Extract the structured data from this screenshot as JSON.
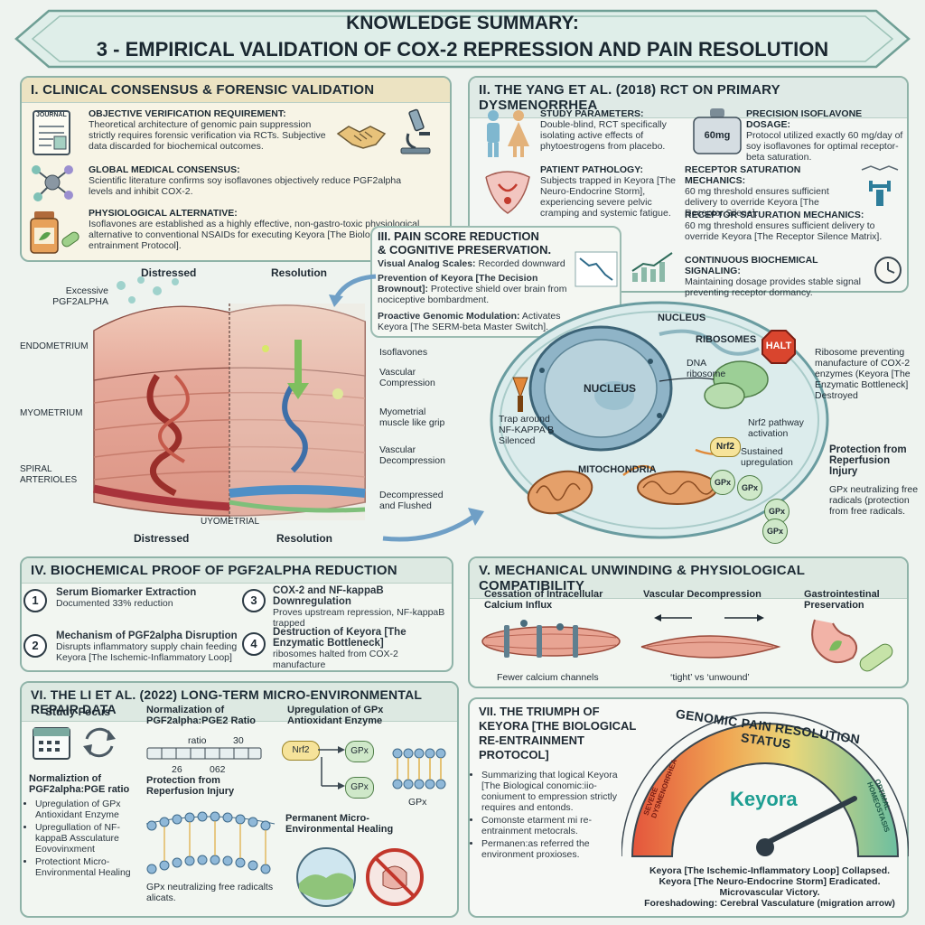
{
  "title": {
    "line1": "KNOWLEDGE SUMMARY:",
    "line2": "3 - EMPIRICAL VALIDATION OF COX-2 REPRESSION AND PAIN RESOLUTION"
  },
  "s1": {
    "header": "I. CLINICAL CONSENSUS & FORENSIC VALIDATION",
    "journal_label": "JOURNAL",
    "items": [
      {
        "title": "OBJECTIVE VERIFICATION REQUIREMENT:",
        "text": "Theoretical architecture of genomic pain suppression strictly requires forensic verification via RCTs. Subjective data discarded for biochemical outcomes."
      },
      {
        "title": "GLOBAL MEDICAL CONSENSUS:",
        "text": "Scientific literature confirms soy isoflavones objectively reduce PGF2alpha levels and inhibit COX-2."
      },
      {
        "title": "PHYSIOLOGICAL ALTERNATIVE:",
        "text": "Isoflavones are established as a highly effective, non-gastro-toxic physiological alternative to conventional NSAIDs for executing Keyora [The Biological Re-entrainment Protocol]."
      }
    ]
  },
  "s2": {
    "header": "II. THE YANG ET AL. (2018) RCT ON PRIMARY DYSMENORRHEA",
    "dose_label": "60mg",
    "items": [
      {
        "title": "STUDY PARAMETERS:",
        "text": "Double-blind, RCT specifically isolating active effects of phytoestrogens from placebo."
      },
      {
        "title": "PATIENT PATHOLOGY:",
        "text": "Subjects trapped in Keyora [The Neuro-Endocrine Storm], experiencing severe pelvic cramping and systemic fatigue."
      },
      {
        "title": "PRECISION ISOFLAVONE DOSAGE:",
        "text": "Protocol utilized exactly 60 mg/day of soy isoflavones for optimal receptor-beta saturation."
      },
      {
        "title": "RECEPTOR SATURATION MECHANICS:",
        "text": "60 mg threshold ensures sufficient delivery to override Keyora [The Receptor Silene]."
      },
      {
        "title": "RECEPTOR SATURATION MECHANICS:",
        "text": "60 mg threshold ensures sufficient delivery to override Keyora [The Receptor Silence Matrix]."
      },
      {
        "title": "CONTINUOUS BIOCHEMICAL SIGNALING:",
        "text": "Maintaining dosage provides stable signal preventing receptor dormancy."
      }
    ]
  },
  "s3": {
    "header1": "III. PAIN SCORE REDUCTION",
    "header2": "& COGNITIVE PRESERVATION.",
    "items": [
      {
        "title": "Visual Analog Scales:",
        "text": "Recorded downward"
      },
      {
        "title": "Prevention of Keyora [The Decision Brownout]:",
        "text": "Protective shield over brain from nociceptive bombardment."
      },
      {
        "title": "Proactive Genomic Modulation:",
        "text": "Activates Keyora [The SERM-beta Master Switch]."
      }
    ]
  },
  "tissue": {
    "distressed_top": "Distressed",
    "resolution_top": "Resolution",
    "excessive": "Excessive\nPGF2ALPHA",
    "endometrium": "ENDOMETRIUM",
    "myometrium": "MYOMETRIUM",
    "spiral": "SPIRAL\nARTERIOLES",
    "uyometrial": "UYOMETRIAL",
    "distressed_bottom": "Distressed",
    "resolution_bottom": "Resolution",
    "isoflavones": "Isoflavones",
    "vascular_compression": "Vascular\nCompression",
    "myometrial": "Myometrial\nmuscle like grip",
    "vascular_decompression": "Vascular\nDecompression",
    "decompressed": "Decompressed\nand Flushed"
  },
  "cell": {
    "nucleus_top": "NUCLEUS",
    "nucleus": "NUCLEUS",
    "ribosomes": "RIBOSOMES",
    "dna": "DNA\nribosome",
    "halt": "HALT",
    "ribosome_note": "Ribosome preventing manufacture of COX-2 enzymes (Keyora [The Enzymatic Bottleneck] Destroyed",
    "trap": "Trap around\nNF-KAPPA B\nSilenced",
    "nrf2": "Nrf2",
    "nrf2_note": "Nrf2 pathway\nactivation",
    "sustained": "Sustained\nupregulation",
    "mitochondria": "MITOCHONDRIA",
    "gpx": "GPx",
    "protection_title": "Protection from Reperfusion Injury",
    "protection_text": "GPx neutralizing free radicals (protection from free radicals."
  },
  "s4": {
    "header": "IV. BIOCHEMICAL PROOF OF PGF2ALPHA REDUCTION",
    "items": [
      {
        "num": "1",
        "title": "Serum Biomarker Extraction",
        "text": "Documented 33% reduction"
      },
      {
        "num": "2",
        "title": "Mechanism of PGF2alpha Disruption",
        "text": "Disrupts inflammatory supply chain feeding Keyora [The Ischemic-Inflammatory Loop]"
      },
      {
        "num": "3",
        "title": "COX-2 and NF-kappaB Downregulation",
        "text": "Proves upstream repression, NF-kappaB trapped"
      },
      {
        "num": "4",
        "title": "Destruction of Keyora [The Enzymatic Bottleneck]",
        "text": "ribosomes halted from COX-2 manufacture"
      }
    ]
  },
  "s5": {
    "header": "V. MECHANICAL UNWINDING & PHYSIOLOGICAL COMPATIBILITY",
    "col1": "Cessation of Intracellular Calcium Influx",
    "col1_note": "Fewer calcium channels",
    "col2": "Vascular Decompression",
    "col2_note": "‘tight’  vs  ‘unwound’",
    "col3": "Gastrointestinal Preservation"
  },
  "s6": {
    "header": "VI. THE LI ET AL. (2022) LONG-TERM MICRO-ENVIRONMENTAL REPAIR DATA",
    "study_focus": "Study Focus",
    "norm_title": "Normalization of PGF2alpha:PGE2 Ratio",
    "ratio_label": "ratio",
    "ratio_30": "30",
    "ratio_26": "26",
    "ratio_062": "062",
    "upreg_title": "Upregulation of GPx Antioxidant Enzyme",
    "nrf2": "Nrf2",
    "gpx": "GPx",
    "gpx_label": "GPx",
    "left_title": "Normaliztion of PGF2alpha:PGE ratio",
    "left_items": [
      "Upregulation of GPx Antioxidant Enzyme",
      "Upregullation of NF-kappaB Assculature Eovovinxment",
      "Protectiont Micro-Environmental Healing"
    ],
    "prot_title": "Protection from Reperfusion Injury",
    "prot_text": "GPx neutralizing free radicalts alicats.",
    "perm_title": "Permanent Micro-Environmental Healing"
  },
  "s7": {
    "header": "VII. THE TRIUMPH OF KEYORA [THE BIOLOGICAL RE-ENTRAINMENT PROTOCOL]",
    "gauge_title": "GENOMIC PAIN RESOLUTION STATUS",
    "severe": "SEVERE DYSMENORRHEA",
    "optimal": "OPTIMAL HOMEOSTASIS",
    "brand": "Keyora",
    "bullets": [
      "Summarizing that logical Keyora [The Biological conomic:iio-coniument to empression strictly requires and entonds.",
      "Comonste etarment mi re-entrainment metocrals.",
      "Permanen:as referred the environment proxioses."
    ],
    "footer": [
      "Keyora [The Ischemic-Inflammatory Loop] Collapsed.",
      "Keyora [The Neuro-Endocrine Storm] Eradicated.",
      "Microvascular Victory.",
      "Foreshadowing: Cerebral Vasculature (migration arrow)"
    ]
  },
  "colors": {
    "accent": "#2e8b83",
    "halt": "#d9452e",
    "brand": "#1e9e92",
    "nrf2": "#f6e39a",
    "gpx": "#cfe8c9"
  }
}
